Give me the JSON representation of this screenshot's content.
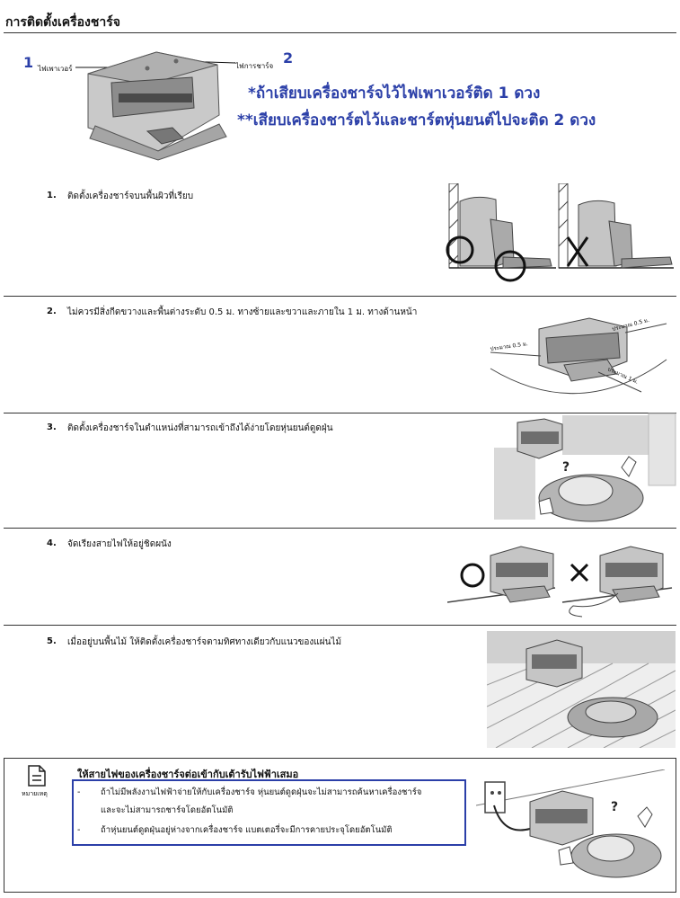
{
  "title": "การติดตั้งเครื่องชาร์จ",
  "leds": {
    "power_num": "1",
    "power_label": "ไฟเพาเวอร์",
    "charge_num": "2",
    "charge_label": "ไฟการชาร์จ",
    "note1": "*ถ้าเสียบเครื่องชาร์จไว้ไฟเพาเวอร์ติด   1 ดวง",
    "note2": "**เสียบเครื่องชาร์ตไว้และชาร์ตหุ่นยนต์ไปจะติด   2 ดวง"
  },
  "steps": [
    {
      "num": "1.",
      "text": "ติดตั้งเครื่องชาร์จบนพื้นผิวที่เรียบ"
    },
    {
      "num": "2.",
      "text": "ไม่ควรมีสิ่งกีดขวางและพื้นต่างระดับ 0.5 ม. ทางซ้ายและขวาและภายใน 1 ม. ทางด้านหน้า"
    },
    {
      "num": "3.",
      "text": "ติดตั้งเครื่องชาร์จในตำแหน่งที่สามารถเข้าถึงได้ง่ายโดยหุ่นยนต์ดูดฝุ่น"
    },
    {
      "num": "4.",
      "text": "จัดเรียงสายไฟให้อยู่ชิดผนัง"
    },
    {
      "num": "5.",
      "text": "เมื่ออยู่บนพื้นไม้ ให้ติดตั้งเครื่องชาร์จตามทิศทางเดียวกับแนวของแผ่นไม้"
    }
  ],
  "diagram2": {
    "left_label": "ประมาณ 0.5 ม.",
    "right_label": "ประมาณ 0.5 ม.",
    "front_label": "ประมาณ 1 ม."
  },
  "note": {
    "icon_label": "หมายเหตุ",
    "heading": "ให้สายไฟของเครื่องชาร์จต่อเข้ากับเต้ารับไฟฟ้าเสมอ",
    "bullet_mark": "-",
    "bullet1_line1": "ถ้าไม่มีพลังงานไฟฟ้าจ่ายให้กับเครื่องชาร์จ หุ่นยนต์ดูดฝุ่นจะไม่สามารถค้นหาเครื่องชาร์จ",
    "bullet1_line2": "และจะไม่สามารถชาร์จโดยอัตโนมัติ",
    "bullet2": "ถ้าหุ่นยนต์ดูดฝุ่นอยู่ห่างจากเครื่องชาร์จ แบตเตอรี่จะมีการคายประจุโดยอัตโนมัติ"
  },
  "colors": {
    "accent": "#2b3fa8",
    "rule": "#333333",
    "device": "#9a9a9a"
  }
}
